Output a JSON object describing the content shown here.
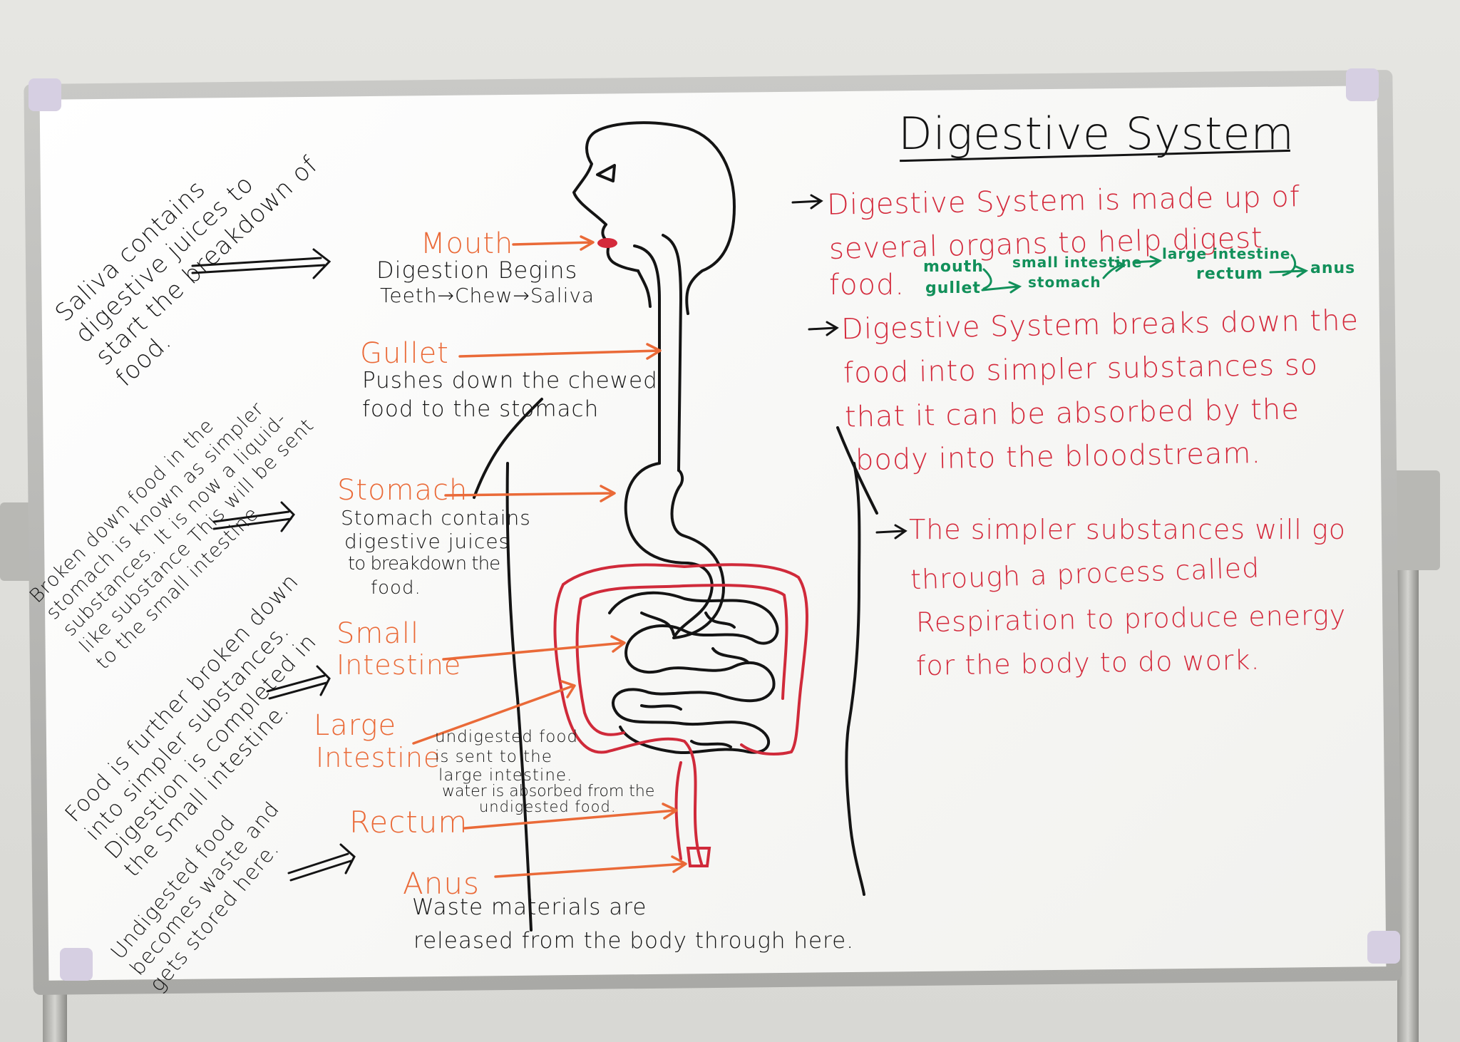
{
  "title": "Digestive System",
  "left_notes": {
    "saliva": "Saliva contains digestive juices to start the breakdown of food.",
    "stomach": "Broken down food in the stomach is known as simpler substances. It is now a liquid-like substance This will be sent to the small intestine",
    "small_intestine": "Food is further broken down into simpler substances. Digestion is completed in the Small intestine.",
    "rectum": "Undigested food becomes waste and gets stored here."
  },
  "organs": {
    "mouth": {
      "label": "Mouth",
      "note1": "Digestion Begins",
      "note2": "Teeth→Chew→Saliva"
    },
    "gullet": {
      "label": "Gullet",
      "note1": "Pushes down the chewed",
      "note2": "food to the stomach"
    },
    "stomach": {
      "label": "Stomach",
      "note1": "Stomach contains",
      "note2": "digestive juices",
      "note3": "to breakdown the",
      "note4": "food."
    },
    "small_intestine": {
      "label1": "Small",
      "label2": "Intestine"
    },
    "large_intestine": {
      "label1": "Large",
      "label2": "Intestine",
      "note1": "undigested food",
      "note2": "is sent to the",
      "note3": "large intestine.",
      "note4": "water is absorbed from the",
      "note5": "undigested food."
    },
    "rectum": {
      "label": "Rectum"
    },
    "anus": {
      "label": "Anus",
      "note1": "Waste materials are",
      "note2": "released from the body through here."
    }
  },
  "right_notes": {
    "p1_l1": "Digestive System is made up of",
    "p1_l2": "several organs to help digest",
    "p1_l3": "food.",
    "flow": {
      "mouth": "mouth",
      "gullet": "gullet",
      "stomach": "stomach",
      "small_intestine": "small intestine",
      "large_intestine": "large intestine",
      "rectum": "rectum",
      "anus": "anus"
    },
    "p2_l1": "Digestive System breaks down the",
    "p2_l2": "food into simpler substances so",
    "p2_l3": "that it can be absorbed by the",
    "p2_l4": "body into the bloodstream.",
    "p3_l1": "The simpler substances will go",
    "p3_l2": "through a process called",
    "p3_l3": "Respiration to produce energy",
    "p3_l4": "for the body to do work."
  },
  "colors": {
    "black_marker": "#161616",
    "red_marker": "#d42a3c",
    "orange_marker": "#ea6a38",
    "green_marker": "#12905a"
  }
}
